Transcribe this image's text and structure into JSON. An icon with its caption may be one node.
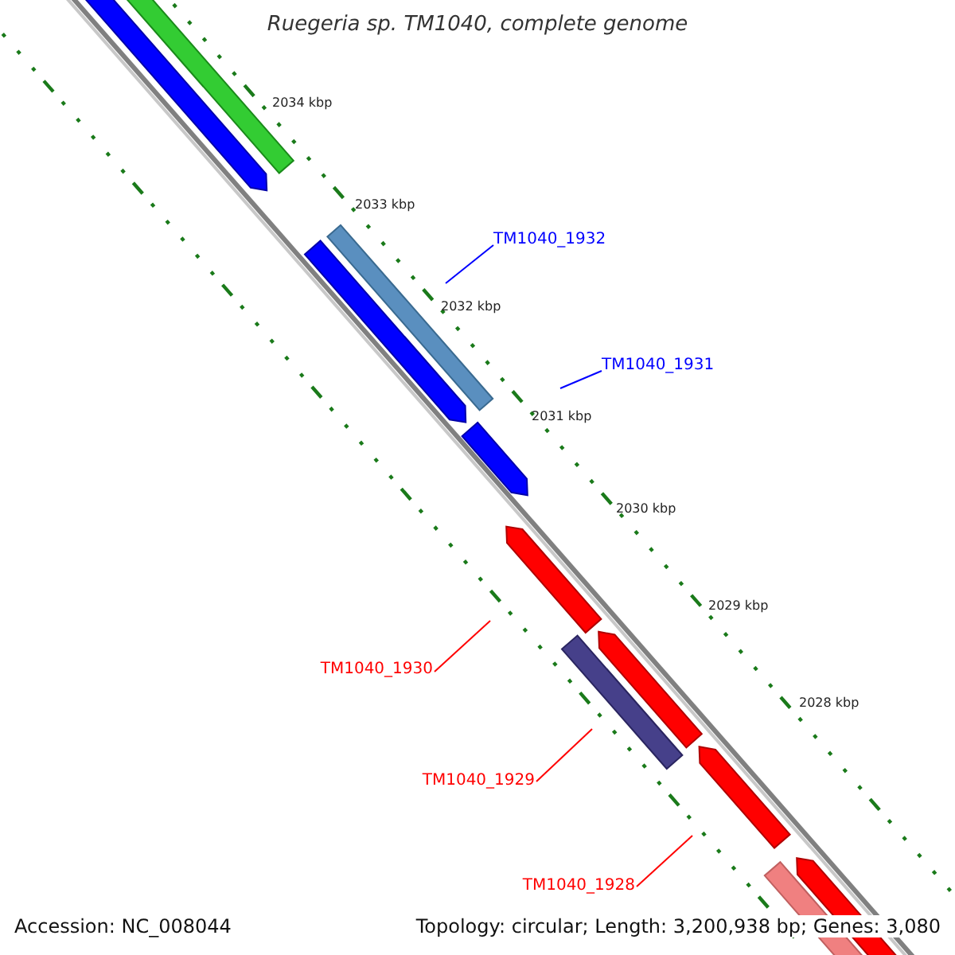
{
  "diagram": {
    "title": "Ruegeria sp. TM1040, complete genome",
    "nodes": [
      {
        "text": [
          "TM1040_1932"
        ]
      },
      {
        "text": [
          "TM1040_1931"
        ]
      },
      {
        "text": [
          "TM1040_1930"
        ]
      },
      {
        "text": [
          "TM1040_1929"
        ]
      },
      {
        "text": [
          "TM1040_1928"
        ]
      }
    ],
    "edges": [
      {
        "from": 0,
        "to": null,
        "arrow": "none",
        "color": "#0000ff"
      },
      {
        "from": 1,
        "to": null,
        "arrow": "none",
        "color": "#0000ff"
      },
      {
        "from": 2,
        "to": null,
        "arrow": "none"
      },
      {
        "from": 3,
        "to": null,
        "arrow": "none"
      },
      {
        "from": 4,
        "to": null,
        "arrow": "none"
      }
    ],
    "labels": [
      "2034 kbp",
      "2033 kbp",
      "2032 kbp",
      "2031 kbp",
      "2030 kbp",
      "2029 kbp",
      "2028 kbp",
      "Accession: NC_008044",
      "Topology: circular; Length: 3,200,938 bp; Genes: 3,080"
    ]
  }
}
